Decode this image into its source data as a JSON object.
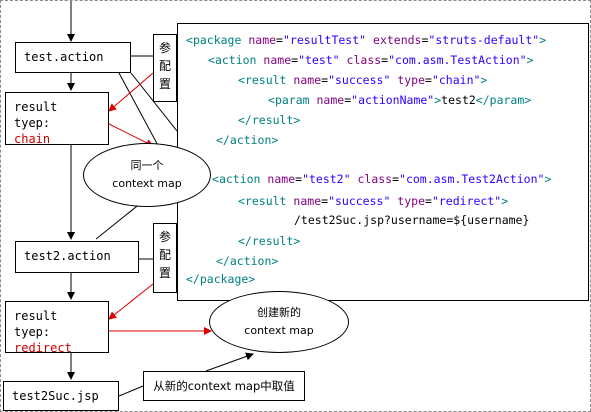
{
  "boxes": {
    "test_action": "test.action",
    "result1_label": "result tyep:",
    "result1_value": "chain",
    "test2_action": "test2.action",
    "result2_label": "result tyep:",
    "result2_value": "redirect",
    "jsp": "test2Suc.jsp"
  },
  "config_labels": {
    "first": [
      "参",
      "配",
      "置"
    ],
    "second": [
      "参",
      "配",
      "置"
    ]
  },
  "ellipses": {
    "shared": [
      "同一个",
      "context map"
    ],
    "new": [
      "创建新的",
      "context map"
    ]
  },
  "note": "从新的context map中取值",
  "code": {
    "package_open": {
      "tag": "package",
      "a1": "name",
      "v1": "\"resultTest\"",
      "a2": "extends",
      "v2": "\"struts-default\""
    },
    "action1": {
      "tag": "action",
      "a1": "name",
      "v1": "\"test\"",
      "a2": "class",
      "v2": "\"com.asm.TestAction\""
    },
    "result1": {
      "tag": "result",
      "a1": "name",
      "v1": "\"success\"",
      "a2": "type",
      "v2": "\"chain\""
    },
    "param": {
      "tag": "param",
      "a1": "name",
      "v1": "\"actionName\"",
      "text": "test2",
      "close": "</param>"
    },
    "result1_close": "</result>",
    "action1_close": "</action>",
    "action2": {
      "tag": "action",
      "a1": "name",
      "v1": "\"test2\"",
      "a2": "class",
      "v2": "\"com.asm.Test2Action\""
    },
    "result2": {
      "tag": "result",
      "a1": "name",
      "v1": "\"success\"",
      "a2": "type",
      "v2": "\"redirect\""
    },
    "redirect_target": "/test2Suc.jsp?username=${username}",
    "result2_close": "</result>",
    "action2_close": "</action>",
    "package_close": "</package>"
  }
}
